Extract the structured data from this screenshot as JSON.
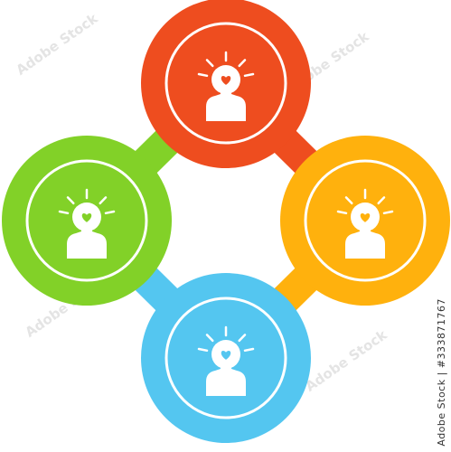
{
  "image_credit": "Adobe Stock | #333871767",
  "watermark_text": "Adobe Stock",
  "nodes": [
    {
      "id": "top",
      "color": "#ee4d1f"
    },
    {
      "id": "right",
      "color": "#ffb10d"
    },
    {
      "id": "bottom",
      "color": "#54c6f0"
    },
    {
      "id": "left",
      "color": "#82d128"
    }
  ],
  "connectors": [
    {
      "from": "left",
      "to": "top",
      "color": "#82d128"
    },
    {
      "from": "top",
      "to": "right",
      "color": "#ee4d1f"
    },
    {
      "from": "right",
      "to": "bottom",
      "color": "#ffb10d"
    },
    {
      "from": "bottom",
      "to": "left",
      "color": "#54c6f0"
    }
  ],
  "icon": "person-head-heart-idea-icon",
  "ring_color": "#ffffff"
}
